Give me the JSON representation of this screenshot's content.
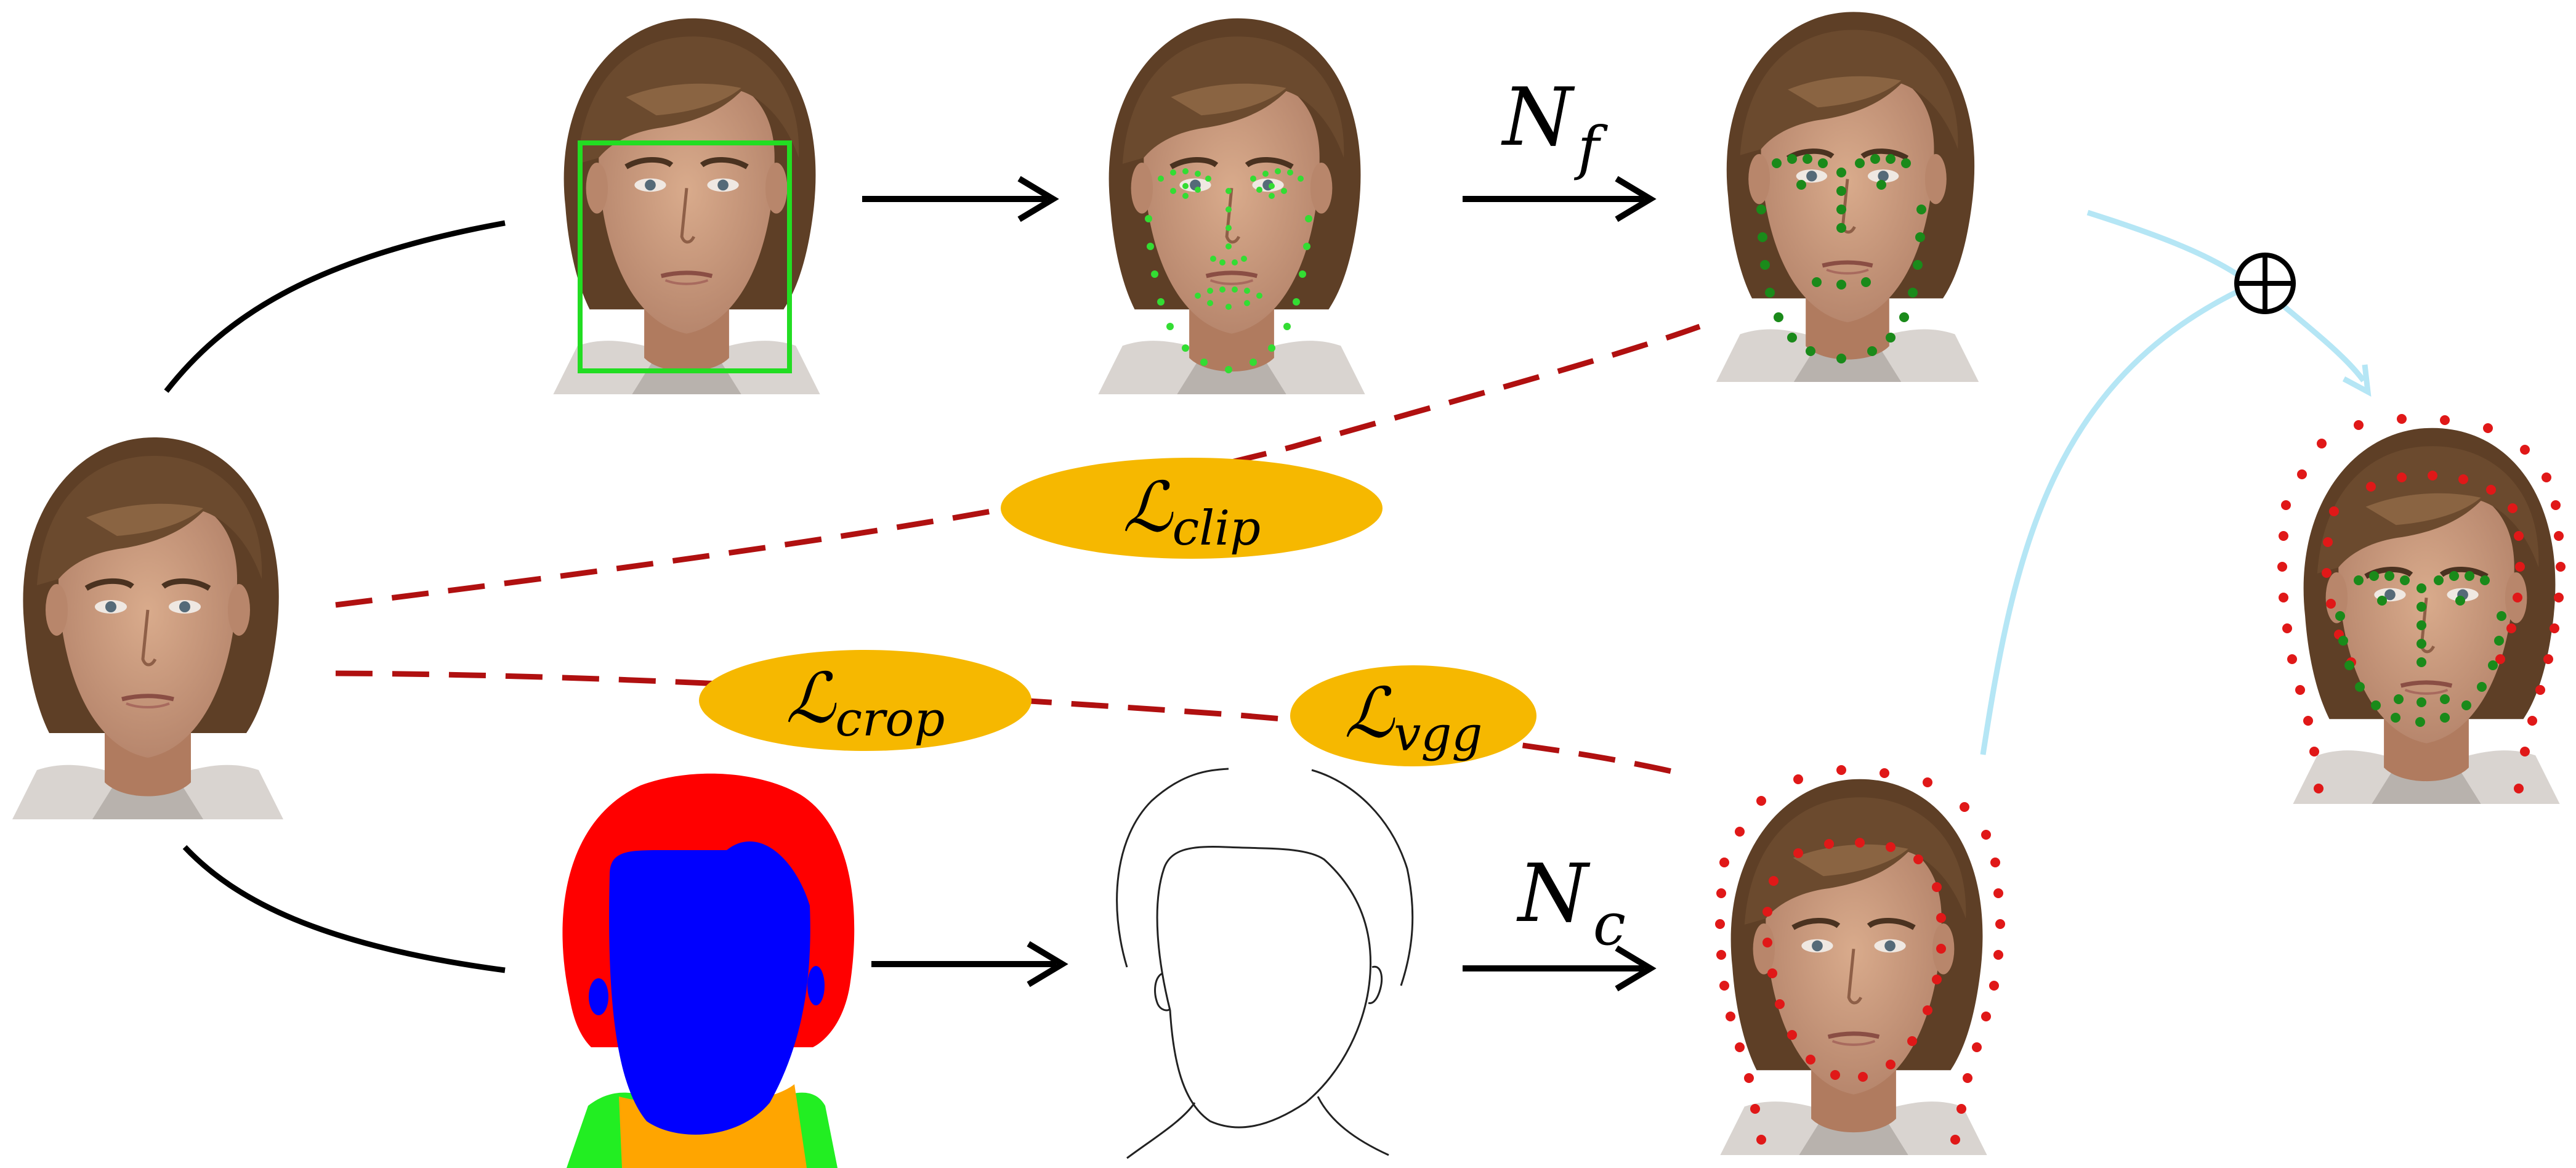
{
  "arrows": {
    "face_branch": {
      "label": "N",
      "subscript": "f"
    },
    "contour_branch": {
      "label": "N",
      "subscript": "c"
    },
    "combine_symbol": "⊕"
  },
  "losses": {
    "clip": {
      "symbol": "ℒ",
      "subscript": "clip"
    },
    "crop": {
      "symbol": "ℒ",
      "subscript": "crop"
    },
    "vgg": {
      "symbol": "ℒ",
      "subscript": "vgg"
    }
  },
  "colors": {
    "arrow": "#000000",
    "loss_line": "#b01010",
    "loss_ellipse": "#f6b800",
    "merge_arrow": "#b5e6f5",
    "face_box": "#22dd22",
    "landmark_light": "#33dd33",
    "landmark_dark": "#1a8a1a",
    "landmark_red": "#e01818",
    "seg_hair": "#ff0000",
    "seg_face": "#0000ff",
    "seg_neck": "#ffa500",
    "seg_cloth": "#22ee22",
    "skin": "#c99a7c",
    "hair": "#6b4a2e"
  },
  "icons": {
    "face_photo": "portrait-photo",
    "segmentation": "segmentation-mask",
    "contour": "contour-sketch"
  }
}
